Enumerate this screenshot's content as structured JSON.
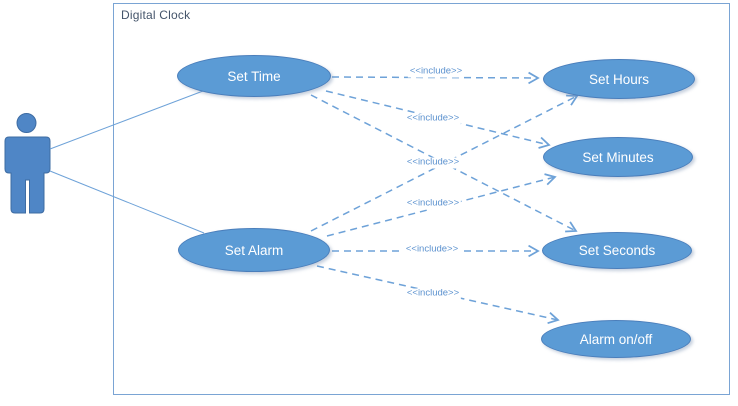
{
  "boundary": {
    "label": "Digital Clock"
  },
  "actor": {
    "icon": "person-icon"
  },
  "use_cases": [
    {
      "label": "Set Time"
    },
    {
      "label": "Set Alarm"
    },
    {
      "label": "Set Hours"
    },
    {
      "label": "Set Minutes"
    },
    {
      "label": "Set Seconds"
    },
    {
      "label": "Alarm on/off"
    }
  ],
  "associations": [
    {
      "from": "Actor",
      "to": "Set Time"
    },
    {
      "from": "Actor",
      "to": "Set Alarm"
    }
  ],
  "includes": [
    {
      "from": "Set Time",
      "to": "Set Hours",
      "label": "<<include>>"
    },
    {
      "from": "Set Time",
      "to": "Set Minutes",
      "label": "<<include>>"
    },
    {
      "from": "Set Time",
      "to": "Set Seconds",
      "label": "<<include>>"
    },
    {
      "from": "Set Alarm",
      "to": "Set Hours",
      "label": "<<include>>"
    },
    {
      "from": "Set Alarm",
      "to": "Set Minutes",
      "label": "<<include>>"
    },
    {
      "from": "Set Alarm",
      "to": "Set Seconds",
      "label": "<<include>>"
    },
    {
      "from": "Set Alarm",
      "to": "Alarm on/off",
      "label": "<<include>>"
    }
  ],
  "colors": {
    "shape_fill": "#5b9bd5",
    "shape_border": "#4a7ebb",
    "actor_fill": "#4f86c6",
    "connector": "#6ea2d8",
    "boundary_border": "#7aa4d4",
    "title_text": "#44546a",
    "use_case_text": "#ffffff",
    "include_label_text": "#5c92cf"
  }
}
